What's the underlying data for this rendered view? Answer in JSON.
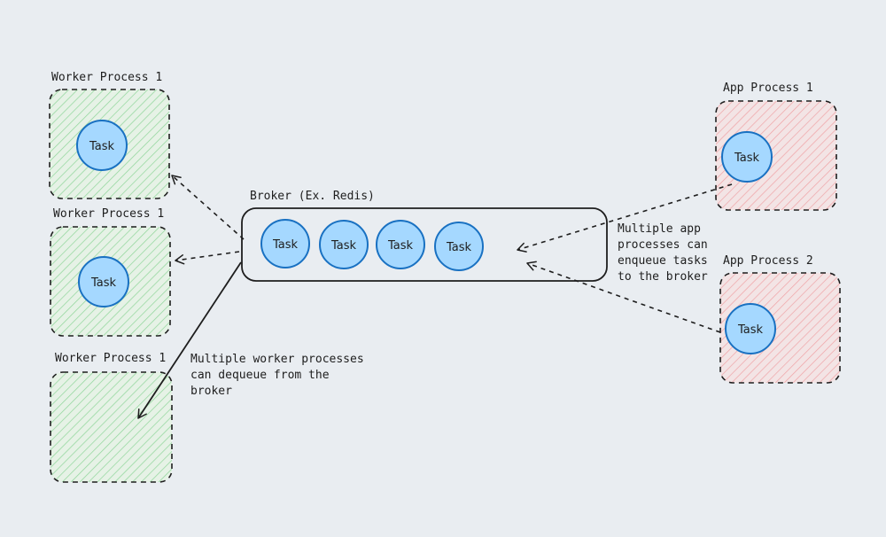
{
  "colors": {
    "background": "#e9edf1",
    "worker_hatch": "#7fd08a",
    "app_hatch": "#ef9a9a",
    "task_fill": "#a5d8ff",
    "task_stroke": "#1971c2",
    "stroke": "#1e1e1e"
  },
  "broker": {
    "label": "Broker (Ex. Redis)",
    "tasks": [
      "Task",
      "Task",
      "Task",
      "Task"
    ]
  },
  "workers": [
    {
      "label": "Worker Process 1",
      "task": "Task"
    },
    {
      "label": "Worker Process 1",
      "task": "Task"
    },
    {
      "label": "Worker Process 1"
    }
  ],
  "apps": [
    {
      "label": "App Process 1",
      "task": "Task"
    },
    {
      "label": "App Process 2",
      "task": "Task"
    }
  ],
  "notes": {
    "workers": "Multiple worker processes can dequeue from the broker",
    "apps": "Multiple app processes can enqueue tasks to the broker"
  },
  "icons": [
    "arrow-icon"
  ]
}
